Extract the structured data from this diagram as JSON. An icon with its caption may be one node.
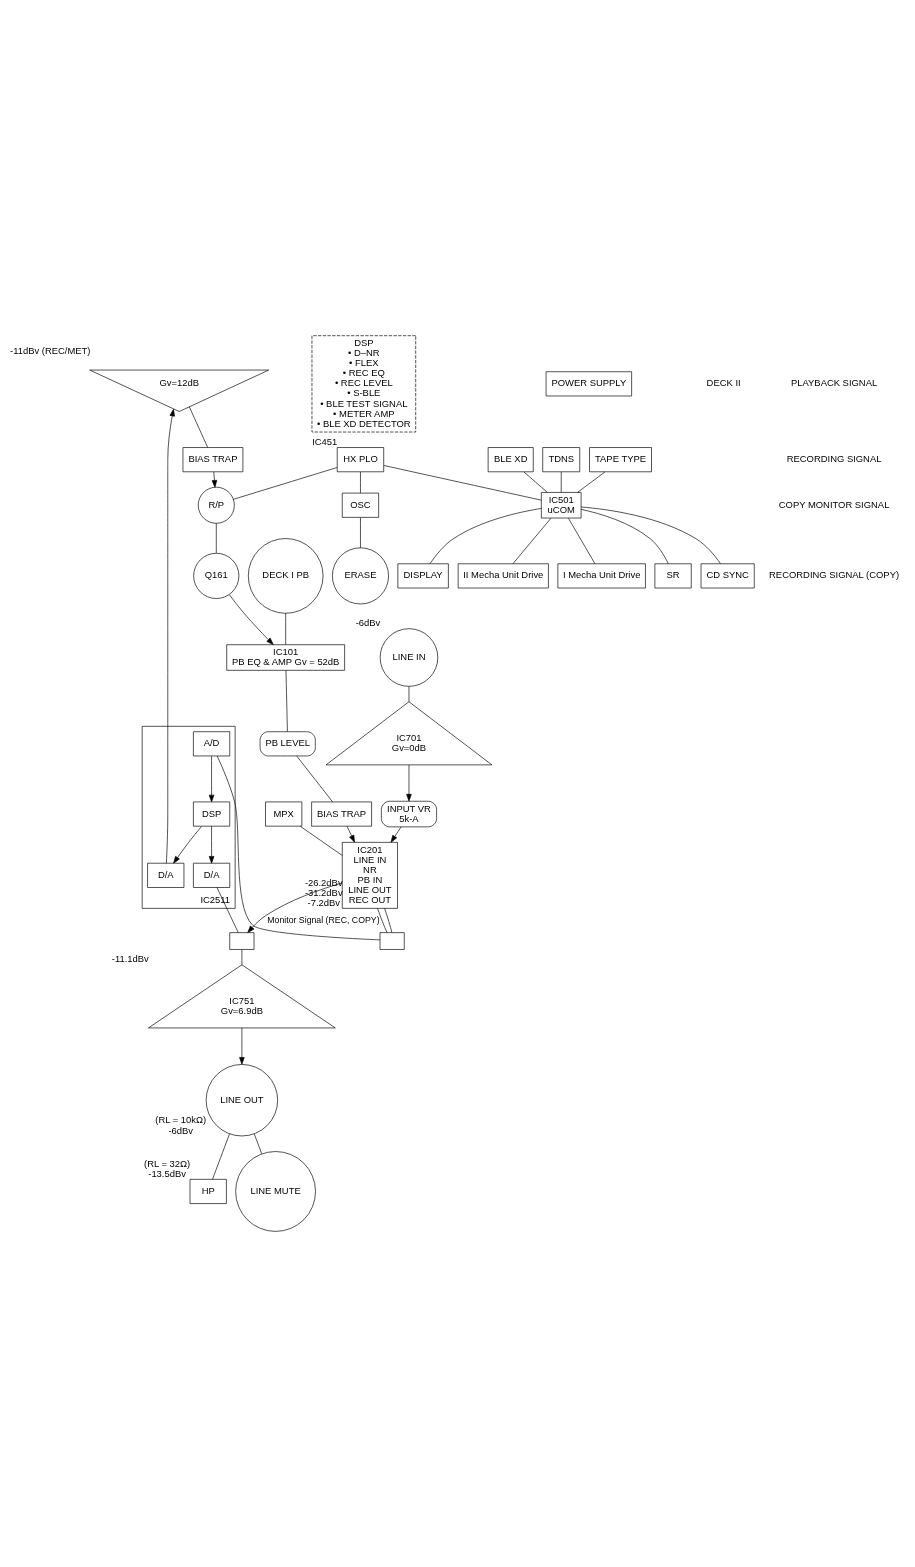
{
  "diagram": {
    "nodes": [
      {
        "text": [
          "LINE IN"
        ],
        "beside": [
          "-6dBv"
        ]
      },
      {
        "text": [
          "IC701",
          "Gv=0dB"
        ]
      },
      {
        "text": [
          "INPUT VR",
          "5k-A"
        ]
      },
      {
        "text": [
          "MPX"
        ]
      },
      {
        "text": [
          "IC201",
          "LINE IN",
          "NR",
          "PB IN",
          "LINE OUT",
          "REC OUT"
        ],
        "beside": [
          "-26.2dBv",
          "-31.2dBv",
          "-7.2dBv"
        ]
      },
      {
        "text": [],
        "shape": "box"
      },
      {
        "text": [
          "IC2511"
        ]
      },
      {
        "text": [
          "A/D"
        ],
        "in": 6
      },
      {
        "text": [
          "DSP"
        ],
        "in": 6
      },
      {
        "text": [
          "D/A"
        ],
        "in": 6
      },
      {
        "text": [
          "D/A"
        ],
        "in": 6
      },
      {
        "text": [],
        "shape": "box"
      },
      {
        "text": [
          "IC751",
          "Gv=6.9dB"
        ],
        "beside": [
          "-11.1dBv"
        ]
      },
      {
        "text": [
          "HP"
        ],
        "beside": [
          "(RL = 32Ω)",
          "-13.5dBv"
        ]
      },
      {
        "text": [
          "LINE OUT"
        ],
        "beside": [
          "(RL = 10kΩ)",
          "-6dBv"
        ]
      },
      {
        "text": [
          "LINE MUTE"
        ]
      },
      {
        "text": [
          "DSP",
          "• D–NR",
          "• FLEX",
          "• REC EQ",
          "• REC LEVEL",
          "• S-BLE",
          "• BLE TEST SIGNAL",
          "• METER AMP",
          "• BLE XD DETECTOR"
        ]
      },
      {
        "text": [
          "Gv=12dB"
        ],
        "beside": [
          "-11dBv (REC/MET)"
        ]
      },
      {
        "text": [
          "BIAS TRAP"
        ]
      },
      {
        "text": [
          "BIAS TRAP"
        ]
      },
      {
        "text": [
          "PB LEVEL"
        ]
      },
      {
        "text": [
          "IC101",
          "PB EQ & AMP Gv = 52dB"
        ]
      },
      {
        "text": [
          "Q161"
        ]
      },
      {
        "text": [
          "R/P"
        ]
      },
      {
        "text": [
          "ERASE"
        ]
      },
      {
        "text": [
          "DECK I PB"
        ]
      },
      {
        "text": [
          "OSC"
        ]
      },
      {
        "text": [
          "HX PLO"
        ],
        "beside": [
          "IC451"
        ]
      },
      {
        "text": [
          "BLE XD"
        ]
      },
      {
        "text": [
          "TDNS"
        ]
      },
      {
        "text": [
          "TAPE TYPE"
        ]
      },
      {
        "text": [
          "IC501",
          "uCOM"
        ]
      },
      {
        "text": [
          "II Mecha Unit Drive"
        ]
      },
      {
        "text": [
          "I Mecha Unit Drive"
        ]
      },
      {
        "text": [
          "SR"
        ]
      },
      {
        "text": [
          "CD SYNC"
        ]
      },
      {
        "text": [
          "DISPLAY"
        ]
      },
      {
        "text": [
          "POWER SUPPLY"
        ]
      }
    ],
    "edges": [
      {
        "from": 0,
        "to": 1,
        "arrow": "none"
      },
      {
        "from": 1,
        "to": 2,
        "arrow": "to"
      },
      {
        "from": 2,
        "to": 4,
        "arrow": "to"
      },
      {
        "from": 3,
        "to": 4,
        "arrow": "none"
      },
      {
        "from": 4,
        "to": 11,
        "arrow": "none"
      },
      {
        "from": 4,
        "to": 11,
        "arrow": "none"
      },
      {
        "from": 4,
        "to": 5,
        "arrow": "to",
        "label": "Monitor Signal (REC, COPY)"
      },
      {
        "from": 11,
        "to": 7,
        "arrow": "none"
      },
      {
        "from": 7,
        "to": 8,
        "arrow": "to"
      },
      {
        "from": 8,
        "to": 9,
        "arrow": "to"
      },
      {
        "from": 8,
        "to": 10,
        "arrow": "to"
      },
      {
        "from": 9,
        "to": 5,
        "arrow": "none"
      },
      {
        "from": 5,
        "to": 12,
        "arrow": "none"
      },
      {
        "from": 12,
        "to": 14,
        "arrow": "to"
      },
      {
        "from": 14,
        "to": 13,
        "arrow": "none"
      },
      {
        "from": 14,
        "to": 15,
        "arrow": "none"
      },
      {
        "from": 10,
        "to": 17,
        "arrow": "to"
      },
      {
        "from": 17,
        "to": 18,
        "arrow": "none"
      },
      {
        "from": 18,
        "to": 23,
        "arrow": "to"
      },
      {
        "from": 23,
        "to": 22,
        "arrow": "none"
      },
      {
        "from": 22,
        "to": 21,
        "arrow": "to"
      },
      {
        "from": 21,
        "to": 20,
        "arrow": "none"
      },
      {
        "from": 20,
        "to": 19,
        "arrow": "none"
      },
      {
        "from": 19,
        "to": 4,
        "arrow": "to"
      },
      {
        "from": 25,
        "to": 21,
        "arrow": "none"
      },
      {
        "from": 26,
        "to": 24,
        "arrow": "none"
      },
      {
        "from": 27,
        "to": 26,
        "arrow": "none"
      },
      {
        "from": 27,
        "to": 23,
        "arrow": "none"
      },
      {
        "from": 27,
        "to": 31,
        "arrow": "none"
      },
      {
        "from": 28,
        "to": 31,
        "arrow": "none"
      },
      {
        "from": 29,
        "to": 31,
        "arrow": "none"
      },
      {
        "from": 30,
        "to": 31,
        "arrow": "none"
      },
      {
        "from": 31,
        "to": 32,
        "arrow": "none"
      },
      {
        "from": 31,
        "to": 33,
        "arrow": "none"
      },
      {
        "from": 31,
        "to": 34,
        "arrow": "none"
      },
      {
        "from": 31,
        "to": 35,
        "arrow": "none"
      },
      {
        "from": 31,
        "to": 36,
        "arrow": "none"
      }
    ],
    "labels": [
      "DECK II"
    ],
    "legend": [
      {
        "text": "PLAYBACK SIGNAL"
      },
      {
        "text": "RECORDING SIGNAL"
      },
      {
        "text": "COPY MONITOR SIGNAL"
      },
      {
        "text": "RECORDING SIGNAL (COPY)"
      }
    ]
  }
}
